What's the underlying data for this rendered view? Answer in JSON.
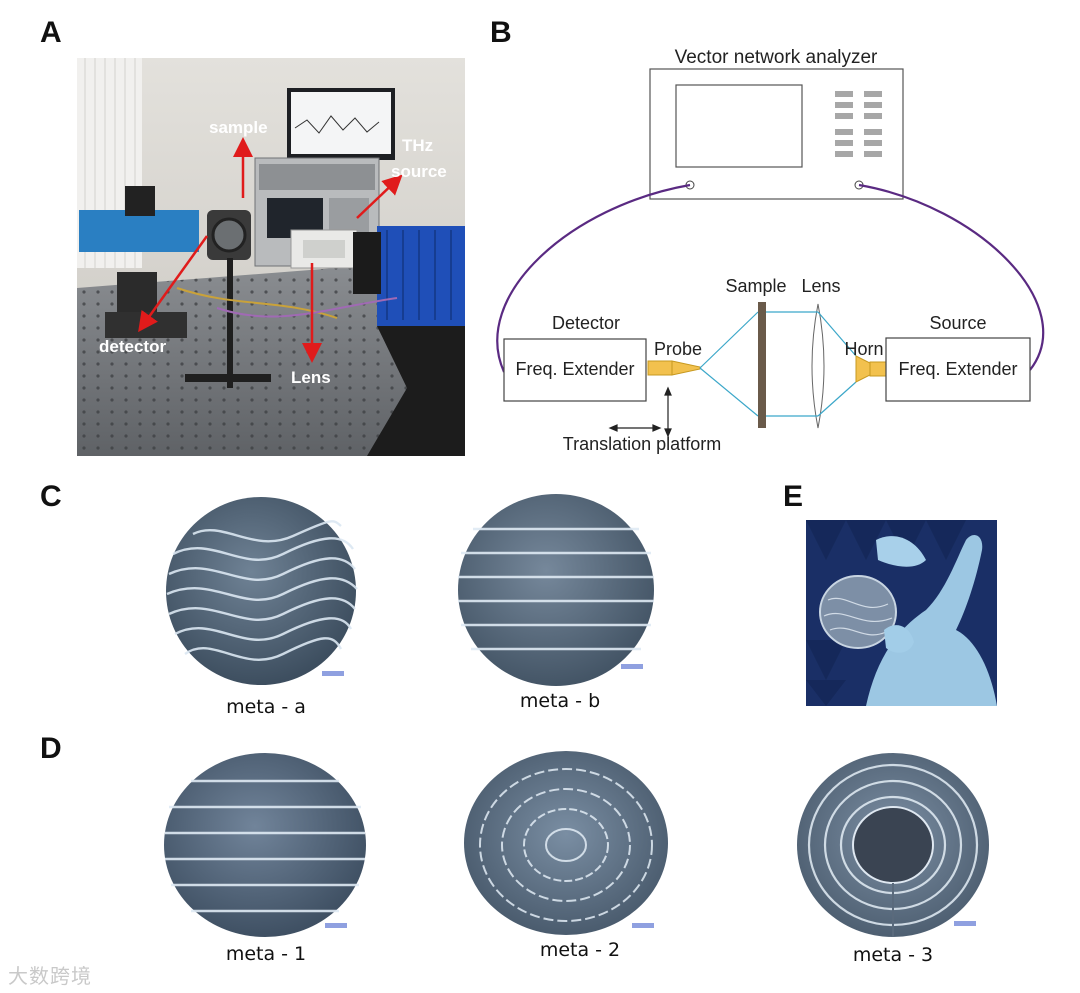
{
  "panels": {
    "A": {
      "letter": "A",
      "labels": {
        "sample": "sample",
        "thz_source_line1": "THz",
        "thz_source_line2": "source",
        "detector": "detector",
        "lens": "Lens"
      }
    },
    "B": {
      "letter": "B",
      "labels": {
        "vna": "Vector network analyzer",
        "detector": "Detector",
        "detector_box": "Freq. Extender",
        "probe": "Probe",
        "sample": "Sample",
        "lens": "Lens",
        "horn": "Horn",
        "source": "Source",
        "source_box": "Freq. Extender",
        "translation": "Translation platform"
      }
    },
    "C": {
      "letter": "C",
      "captions": [
        "meta - a",
        "meta - b"
      ]
    },
    "D": {
      "letter": "D",
      "captions": [
        "meta - 1",
        "meta - 2",
        "meta - 3"
      ]
    },
    "E": {
      "letter": "E"
    }
  },
  "watermark": "大数跨境",
  "colors": {
    "arrow": "#e01b1b",
    "cable": "#5a2a82",
    "beam": "#3ba7c9",
    "probe": "#f2c14e",
    "scalebar": "#8fa0e0"
  }
}
